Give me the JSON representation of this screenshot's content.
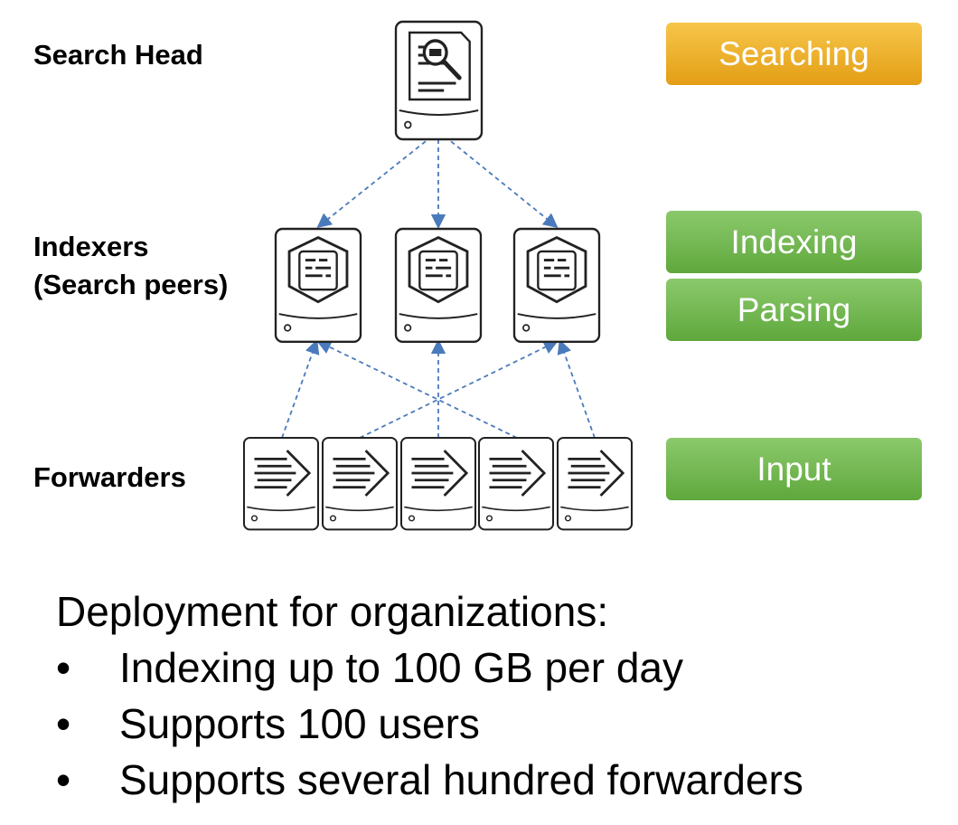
{
  "tiers": {
    "search_head": "Search Head",
    "indexers_line1": "Indexers",
    "indexers_line2": "(Search peers)",
    "forwarders": "Forwarders"
  },
  "stages": {
    "searching": "Searching",
    "indexing": "Indexing",
    "parsing": "Parsing",
    "input": "Input"
  },
  "colors": {
    "searching_stage": "#efb22c",
    "processing_stage": "#72b84f",
    "arrow": "#4a7abb",
    "server_outline": "#222222"
  },
  "icons": {
    "search_head": "document-magnifier-icon",
    "indexer": "document-hexagon-icon",
    "forwarder": "forward-arrows-icon"
  },
  "deployment": {
    "heading": "Deployment for organizations:",
    "bullet_glyph": "•",
    "items": [
      "Indexing up to 100 GB per day",
      "Supports 100 users",
      "Supports several hundred forwarders"
    ]
  }
}
